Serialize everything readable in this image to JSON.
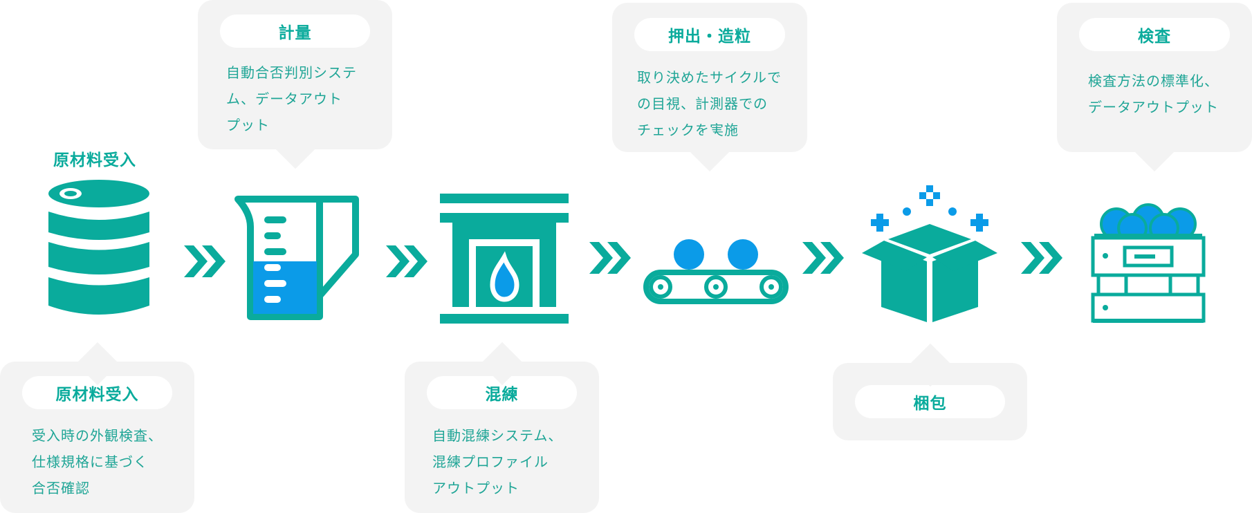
{
  "colors": {
    "teal": "#0aab9c",
    "blue": "#0b9be8",
    "card": "#f3f3f3"
  },
  "material_label": "原材料受入",
  "steps": [
    {
      "title": "原材料受入",
      "desc": "受入時の外観検査、\n仕様規格に基づく\n合否確認"
    },
    {
      "title": "計量",
      "desc": "自動合否判別システ\nム、データアウト\nプット"
    },
    {
      "title": "混練",
      "desc": "自動混練システム、\n混練プロファイル\nアウトプット"
    },
    {
      "title": "押出・造粒",
      "desc": "取り決めたサイクルで\nの目視、計測器での\nチェックを実施"
    },
    {
      "title": "梱包",
      "desc": ""
    },
    {
      "title": "検査",
      "desc": "検査方法の標準化、\nデータアウトプット"
    }
  ],
  "icons": [
    "drum-icon",
    "beaker-icon",
    "furnace-icon",
    "conveyor-icon",
    "box-icon",
    "inspection-machine-icon"
  ],
  "flow_arrow_icon": "double-chevron-right-icon"
}
